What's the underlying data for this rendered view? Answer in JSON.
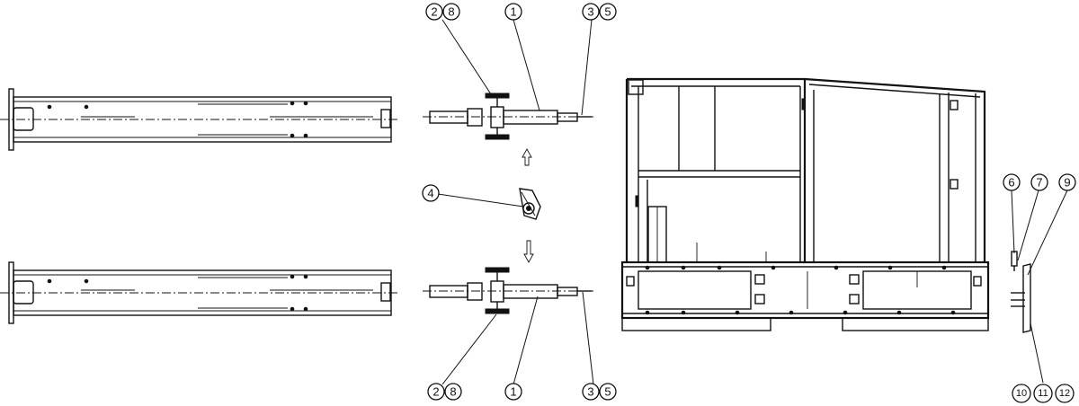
{
  "diagram": {
    "callouts": {
      "top_2_8": [
        "2",
        "8"
      ],
      "top_1": "1",
      "top_3_5": [
        "3",
        "5"
      ],
      "mid_4": "4",
      "bottom_2_8": [
        "2",
        "8"
      ],
      "bottom_1": "1",
      "bottom_3_5": [
        "3",
        "5"
      ],
      "right_6": "6",
      "right_7": "7",
      "right_9": "9",
      "right_10_11_12": [
        "10",
        "11",
        "12"
      ]
    }
  }
}
